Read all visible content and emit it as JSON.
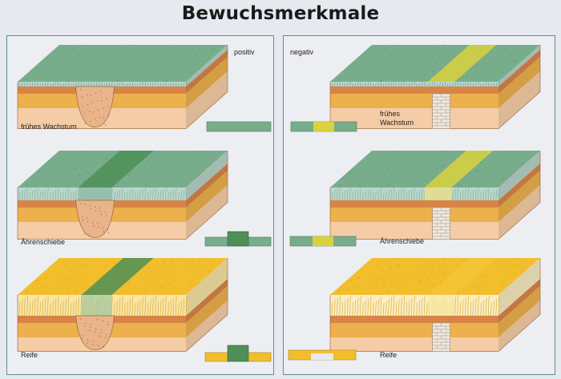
{
  "title": "Bewuchsmerkmale",
  "columns": {
    "positive": "positiv",
    "negative": "negativ"
  },
  "stages": {
    "early_growth": "frühes Wachstum",
    "early_growth_line1": "frühes",
    "early_growth_line2": "Wachstum",
    "ear_emergence": "Ährenschiebe",
    "maturity": "Reife"
  },
  "colors": {
    "green_crop": "#78ad8c",
    "pale_crop": "#b9d6cb",
    "ripe_crop": "#f2be2c",
    "dark_green_band": "#4d8f57",
    "yellow_band": "#d9d23e",
    "topsoil": "#d88447",
    "subsoil": "#ecb04c",
    "deep_soil": "#f4cca6",
    "pit_fill": "#e8b58a",
    "wall_brick": "#efe8df",
    "frame": "#5e8f94"
  }
}
